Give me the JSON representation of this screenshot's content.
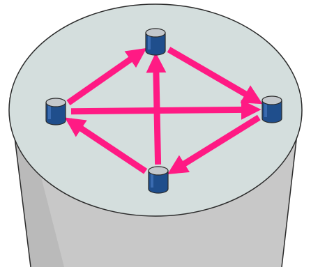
{
  "colors": {
    "background": "#ffffff",
    "cylinder_body": "#c8c8c8",
    "cylinder_shadow": "#b4b4b4",
    "cylinder_top": "#d4dedd",
    "outline": "#2a2a2a",
    "arrow": "#ff1a84",
    "node_body": "#1f4e8c",
    "node_top": "#c4c8cc"
  },
  "icons": {
    "node": "node-cylinder-icon",
    "arrow": "arrow-icon"
  },
  "nodes": [
    {
      "id": "top"
    },
    {
      "id": "left"
    },
    {
      "id": "right"
    },
    {
      "id": "bottom"
    }
  ],
  "arrows": [
    {
      "from": "left",
      "to": "top"
    },
    {
      "from": "top",
      "to": "right"
    },
    {
      "from": "right",
      "to": "bottom"
    },
    {
      "from": "bottom",
      "to": "left"
    },
    {
      "from": "left",
      "to": "right"
    },
    {
      "from": "bottom",
      "to": "top"
    }
  ]
}
